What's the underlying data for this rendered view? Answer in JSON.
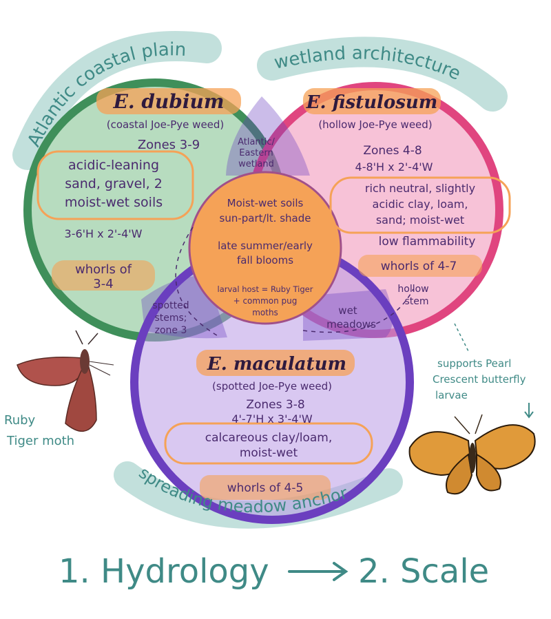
{
  "arcs": {
    "top_left": "Atlantic coastal plain",
    "top_right": "wetland architecture",
    "bottom": "spreading meadow anchor"
  },
  "dubium": {
    "name": "E. dubium",
    "common": "(coastal Joe-Pye weed)",
    "zones": "Zones 3-9",
    "soil": [
      "acidic-leaning",
      "sand, gravel, 2",
      "moist-wet soils"
    ],
    "size": "3-6'H x 2'-4'W",
    "whorls": [
      "whorls of",
      "3-4"
    ]
  },
  "fistulosum": {
    "name": "E. fistulosum",
    "common": "(hollow Joe-Pye weed)",
    "zones": "Zones 4-8",
    "size": "4-8'H x 2'-4'W",
    "soil": [
      "rich neutral, slightly",
      "acidic clay, loam,",
      "sand; moist-wet"
    ],
    "flammability": "low flammability",
    "whorls": "whorls of 4-7",
    "stem": [
      "hollow",
      "stem"
    ]
  },
  "maculatum": {
    "name": "E. maculatum",
    "common": "(spotted Joe-Pye weed)",
    "zones": "Zones 3-8",
    "size": "4'-7'H x 3'-4'W",
    "soil": [
      "calcareous clay/loam,",
      "moist-wet"
    ],
    "whorls": "whorls of 4-5"
  },
  "overlaps": {
    "dubium_fistulosum": [
      "Atlantic/",
      "Eastern",
      "wetland"
    ],
    "dubium_maculatum": [
      "spotted",
      "stems;",
      "zone 3"
    ],
    "fistulosum_maculatum": [
      "wet",
      "meadows"
    ]
  },
  "center": {
    "lines": [
      "Moist-wet soils",
      "sun-part/lt. shade",
      "late summer/early",
      "fall blooms",
      "larval host = Ruby Tiger",
      "+ common pug",
      "moths"
    ]
  },
  "annotations": {
    "ruby": [
      "Ruby",
      "Tiger moth"
    ],
    "pearl": [
      "supports Pearl",
      "Crescent butterfly",
      "larvae"
    ]
  },
  "footer": {
    "step1": "1. Hydrology",
    "step2": "2. Scale"
  },
  "colors": {
    "green": "#3f8f5a",
    "pink": "#e0457f",
    "purple": "#6b3fbf",
    "orange": "#f5a257",
    "teal": "#3f8a86"
  }
}
